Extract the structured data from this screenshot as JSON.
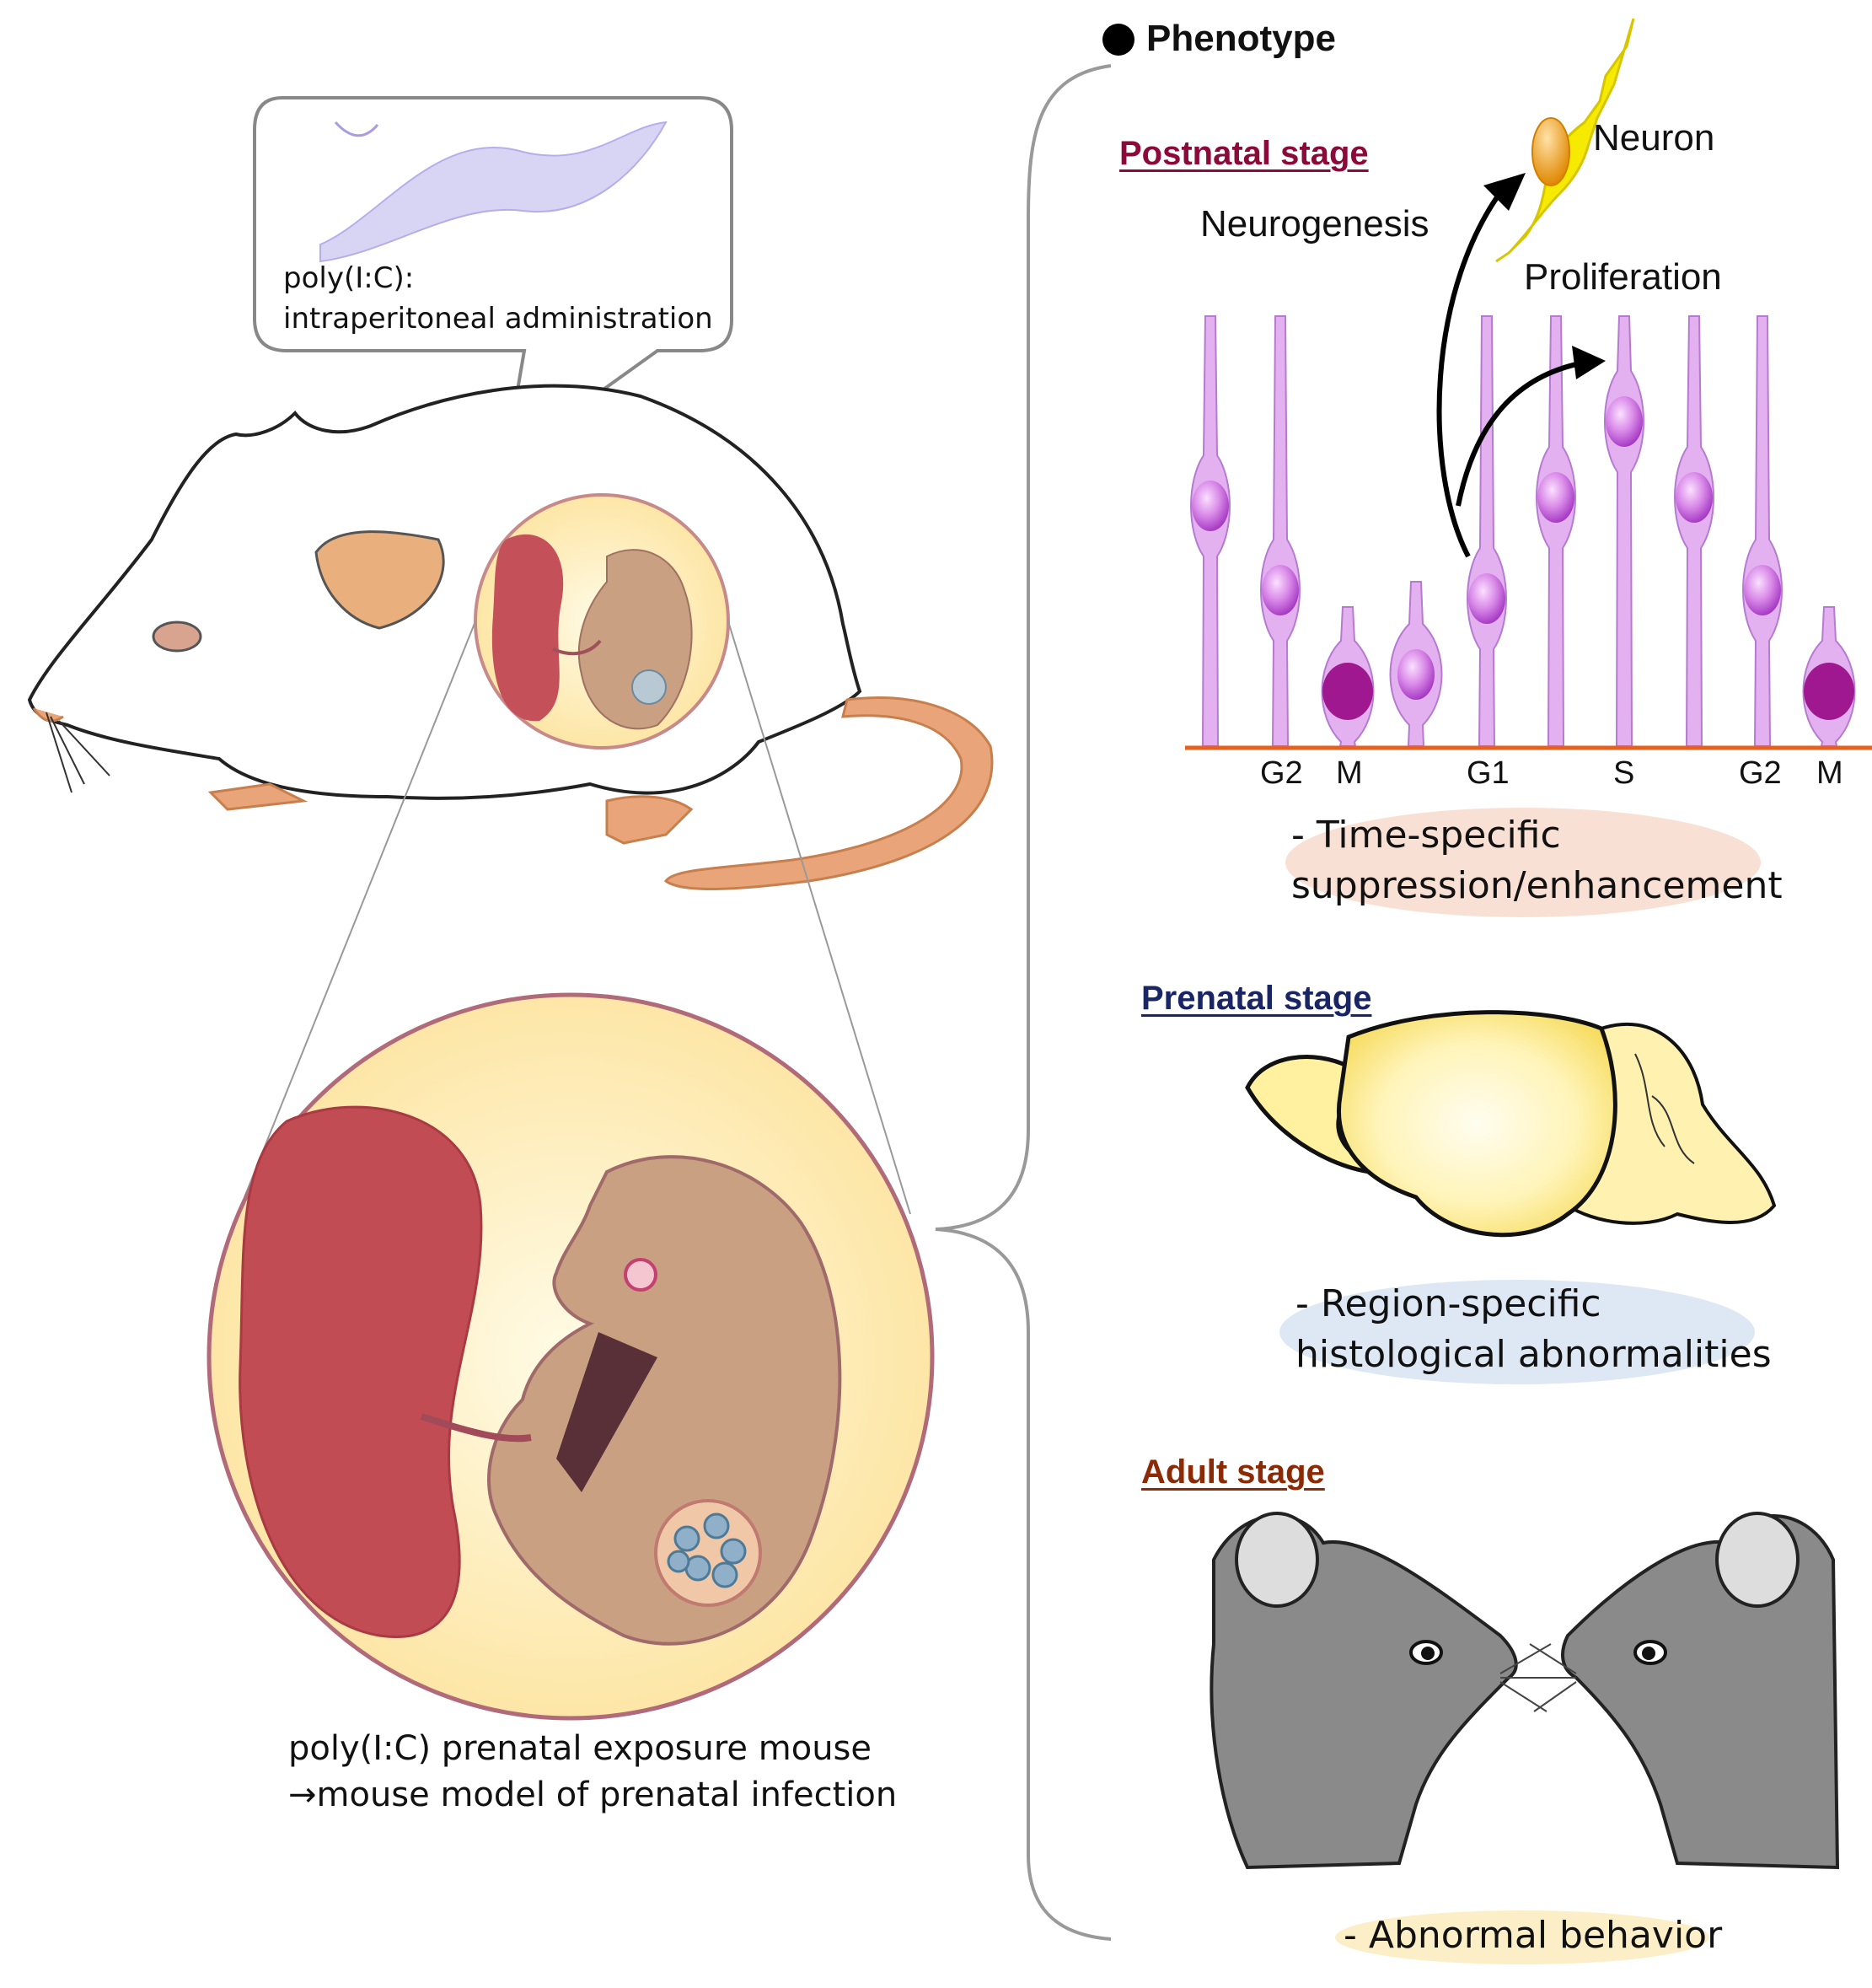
{
  "bubble": {
    "line1": "poly(I:C):",
    "line2": "intraperitoneal administration"
  },
  "caption": {
    "line1": "poly(I:C) prenatal exposure mouse",
    "line2": "→mouse model of prenatal infection"
  },
  "phenotype": {
    "title": "Phenotype"
  },
  "postnatal": {
    "header": "Postnatal stage",
    "neuron_label": "Neuron",
    "neurogenesis_label": "Neurogenesis",
    "proliferation_label": "Proliferation",
    "phases": [
      "G2",
      "M",
      "G1",
      "S",
      "G2",
      "M"
    ],
    "desc_line1": "- Time-specific",
    "desc_line2": "suppression/enhancement"
  },
  "prenatal": {
    "header": "Prenatal stage",
    "desc_line1": "- Region-specific",
    "desc_line2": "histological abnormalities"
  },
  "adult": {
    "header": "Adult stage",
    "desc": "- Abnormal behavior"
  },
  "colors": {
    "postnatal": "#8b0a3a",
    "prenatal": "#1a2566",
    "adult": "#8b2a05",
    "time_ellipse": "#f9e0d4",
    "region_ellipse": "#dde8f4",
    "behavior_ellipse": "#fcefc8"
  }
}
